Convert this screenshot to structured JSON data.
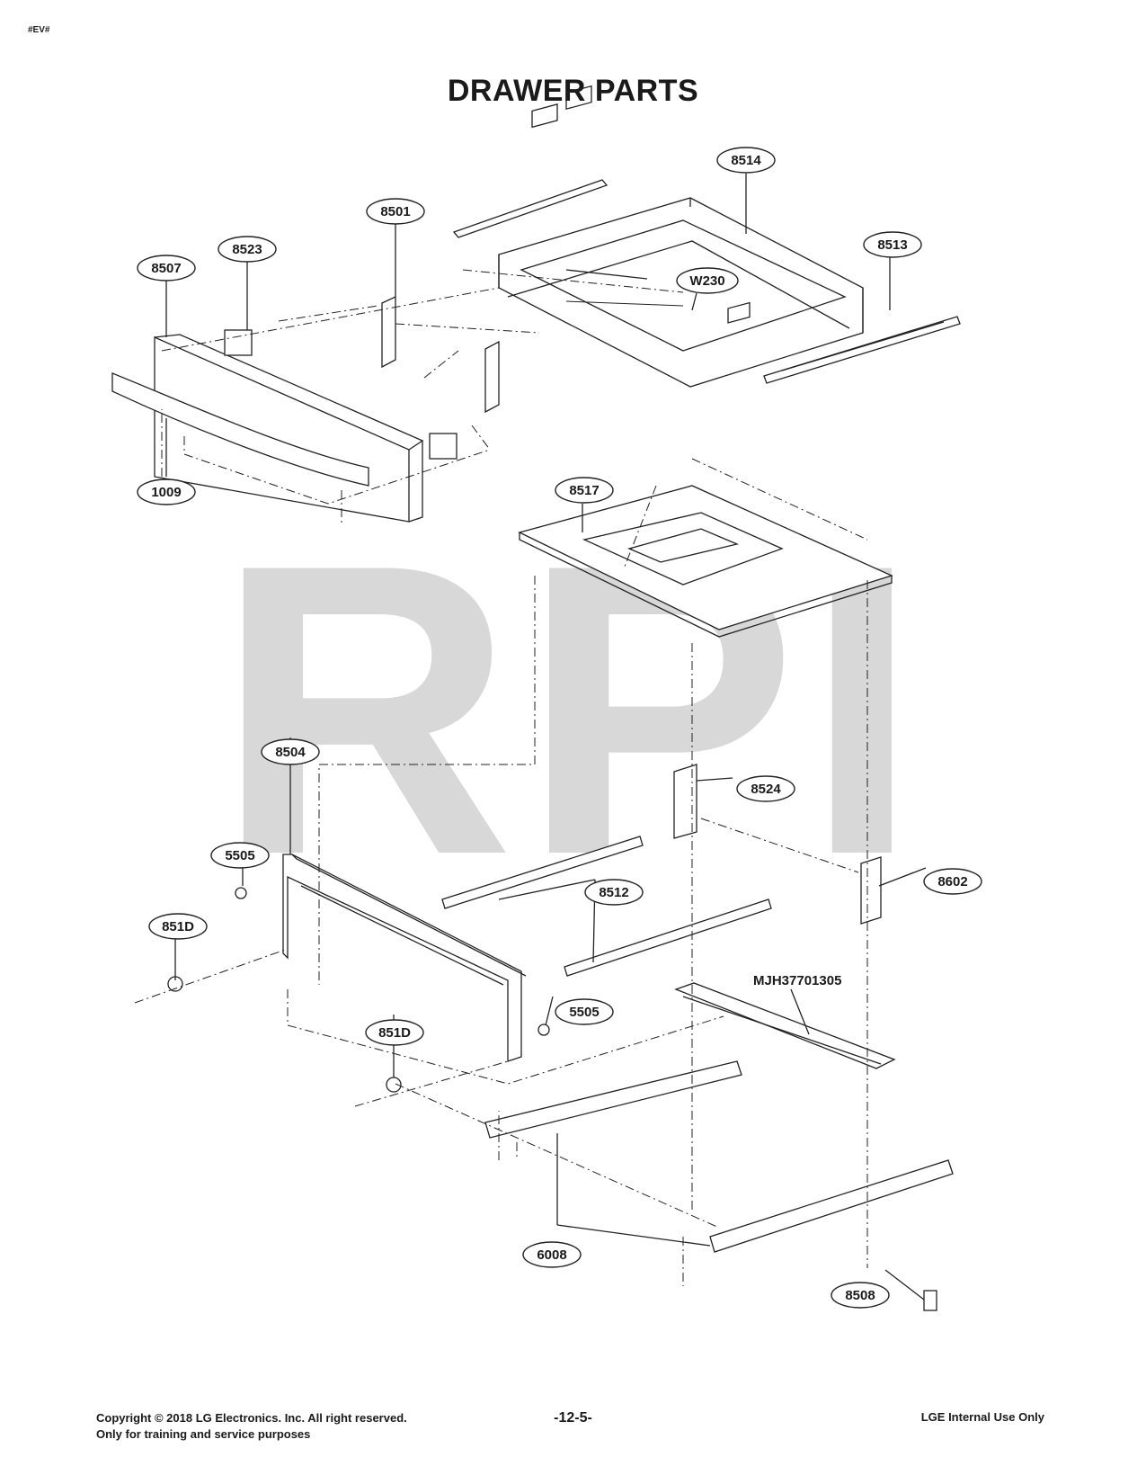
{
  "header": {
    "code": "#EV#",
    "title": "DRAWER PARTS"
  },
  "watermark": "RPI",
  "callouts": [
    {
      "id": "8514",
      "label": "8514"
    },
    {
      "id": "8501",
      "label": "8501"
    },
    {
      "id": "8513",
      "label": "8513"
    },
    {
      "id": "8523",
      "label": "8523"
    },
    {
      "id": "8507",
      "label": "8507"
    },
    {
      "id": "W230",
      "label": "W230"
    },
    {
      "id": "1009",
      "label": "1009"
    },
    {
      "id": "8517",
      "label": "8517"
    },
    {
      "id": "8504",
      "label": "8504"
    },
    {
      "id": "8524",
      "label": "8524"
    },
    {
      "id": "5505a",
      "label": "5505"
    },
    {
      "id": "8602",
      "label": "8602"
    },
    {
      "id": "8512",
      "label": "8512"
    },
    {
      "id": "851Da",
      "label": "851D"
    },
    {
      "id": "5505b",
      "label": "5505"
    },
    {
      "id": "851Db",
      "label": "851D"
    },
    {
      "id": "6008",
      "label": "6008"
    },
    {
      "id": "8508",
      "label": "8508"
    }
  ],
  "part_number_label": "MJH37701305",
  "footer": {
    "copyright": "Copyright © 2018 LG Electronics. Inc. All right reserved.",
    "usage": "Only for training and service purposes",
    "page": "-12-5-",
    "classification": "LGE Internal Use Only"
  }
}
